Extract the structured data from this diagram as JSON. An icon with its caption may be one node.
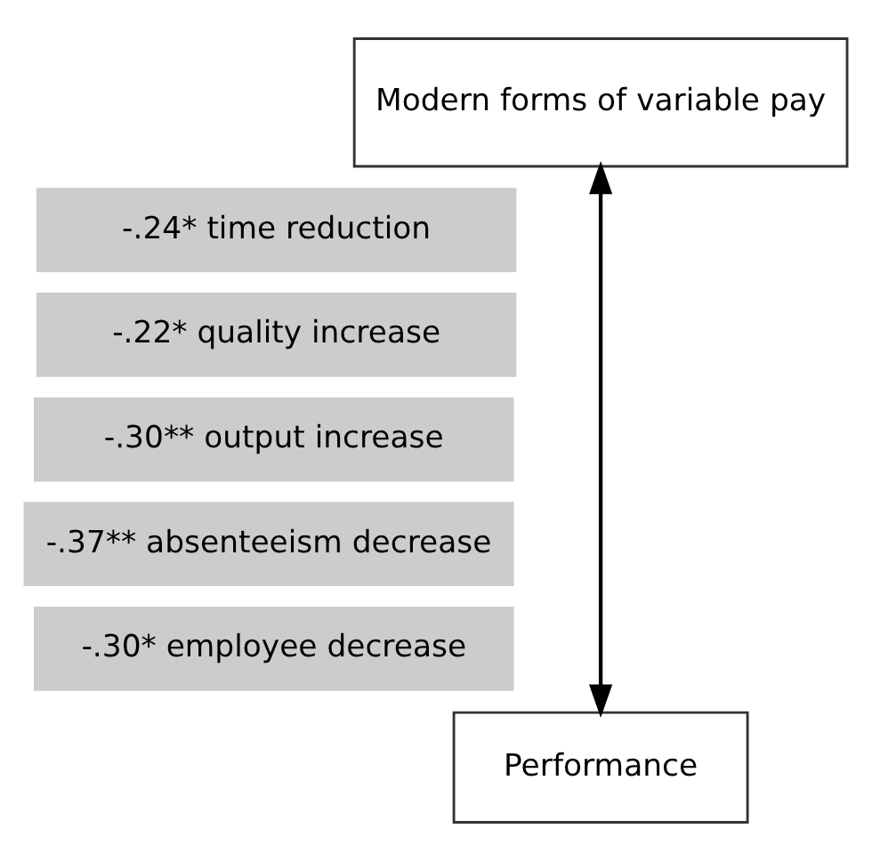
{
  "diagram": {
    "nodes": [
      {
        "text": [
          "Modern forms of variable pay"
        ]
      },
      {
        "text": [
          "-.24* time reduction"
        ]
      },
      {
        "text": [
          "-.22* quality increase"
        ]
      },
      {
        "text": [
          "-.30** output increase"
        ]
      },
      {
        "text": [
          "-.37** absenteeism decrease"
        ]
      },
      {
        "text": [
          "-.30* employee decrease"
        ]
      },
      {
        "text": [
          "Performance"
        ]
      }
    ],
    "edges": [
      {
        "from": 0,
        "to": 6,
        "arrow": "both"
      }
    ]
  }
}
